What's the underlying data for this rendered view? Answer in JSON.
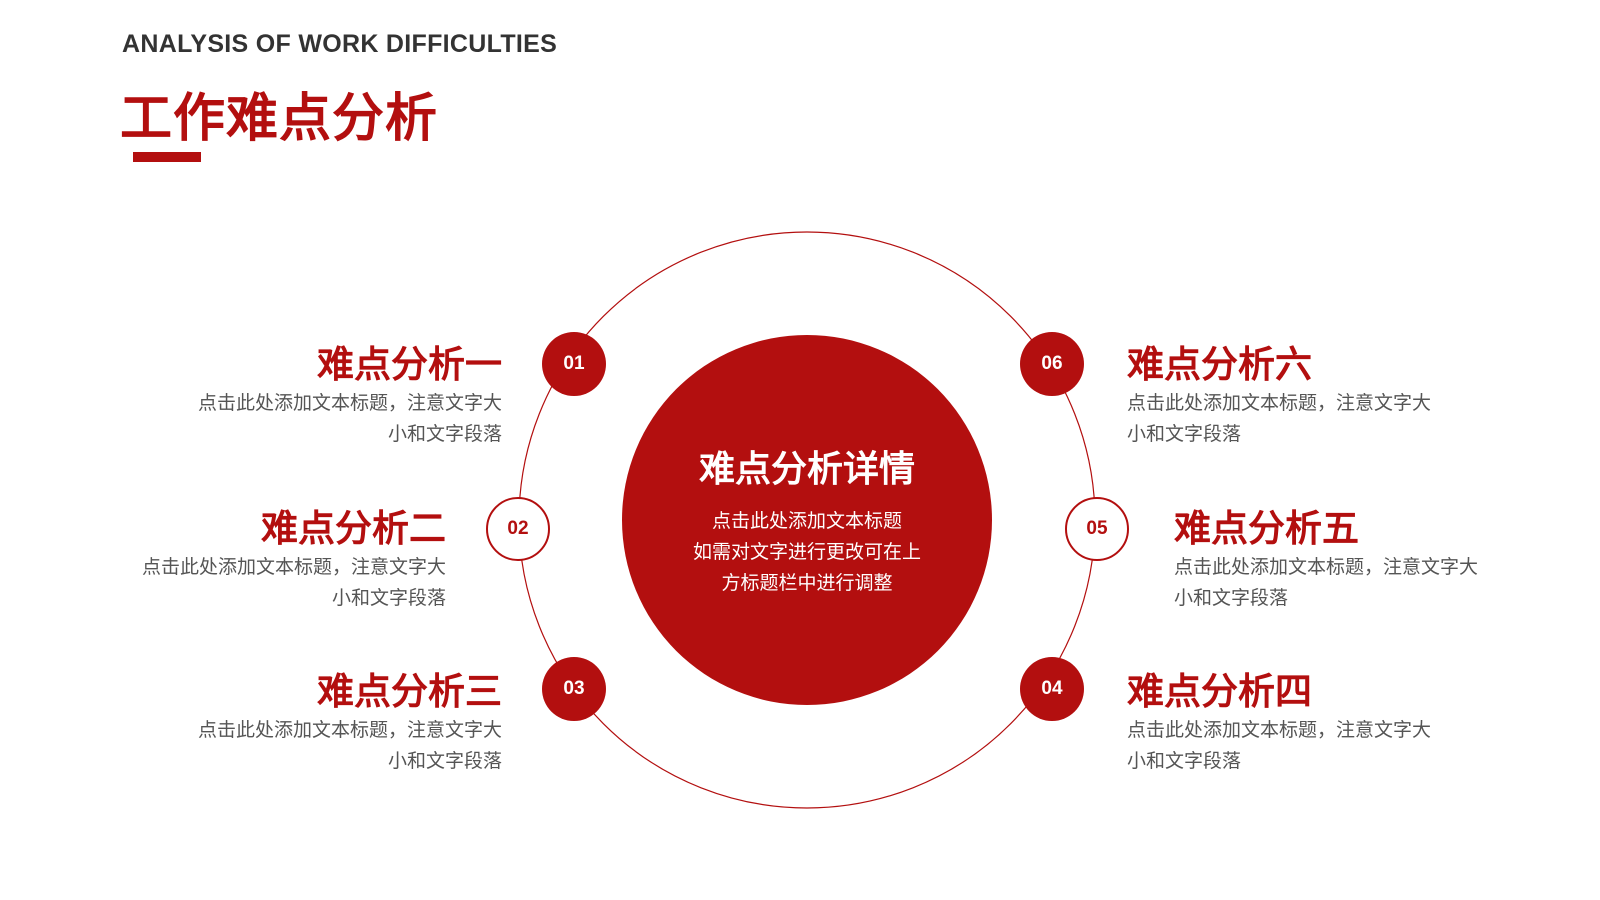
{
  "header": {
    "subtitle": "ANALYSIS OF WORK DIFFICULTIES",
    "title": "工作难点分析"
  },
  "center": {
    "title": "难点分析详情",
    "lines": [
      "点击此处添加文本标题",
      "如需对文字进行更改可在上",
      "方标题栏中进行调整"
    ]
  },
  "items": [
    {
      "number": "01",
      "title": "难点分析一",
      "desc_line1": "点击此处添加文本标题，注意文字大",
      "desc_line2": "小和文字段落"
    },
    {
      "number": "02",
      "title": "难点分析二",
      "desc_line1": "点击此处添加文本标题，注意文字大",
      "desc_line2": "小和文字段落"
    },
    {
      "number": "03",
      "title": "难点分析三",
      "desc_line1": "点击此处添加文本标题，注意文字大",
      "desc_line2": "小和文字段落"
    },
    {
      "number": "04",
      "title": "难点分析四",
      "desc_line1": "点击此处添加文本标题，注意文字大",
      "desc_line2": "小和文字段落"
    },
    {
      "number": "05",
      "title": "难点分析五",
      "desc_line1": "点击此处添加文本标题，注意文字大",
      "desc_line2": "小和文字段落"
    },
    {
      "number": "06",
      "title": "难点分析六",
      "desc_line1": "点击此处添加文本标题，注意文字大",
      "desc_line2": "小和文字段落"
    }
  ],
  "colors": {
    "accent": "#b30f0f",
    "heading": "#333333",
    "body_text": "#555555",
    "background": "#ffffff"
  }
}
